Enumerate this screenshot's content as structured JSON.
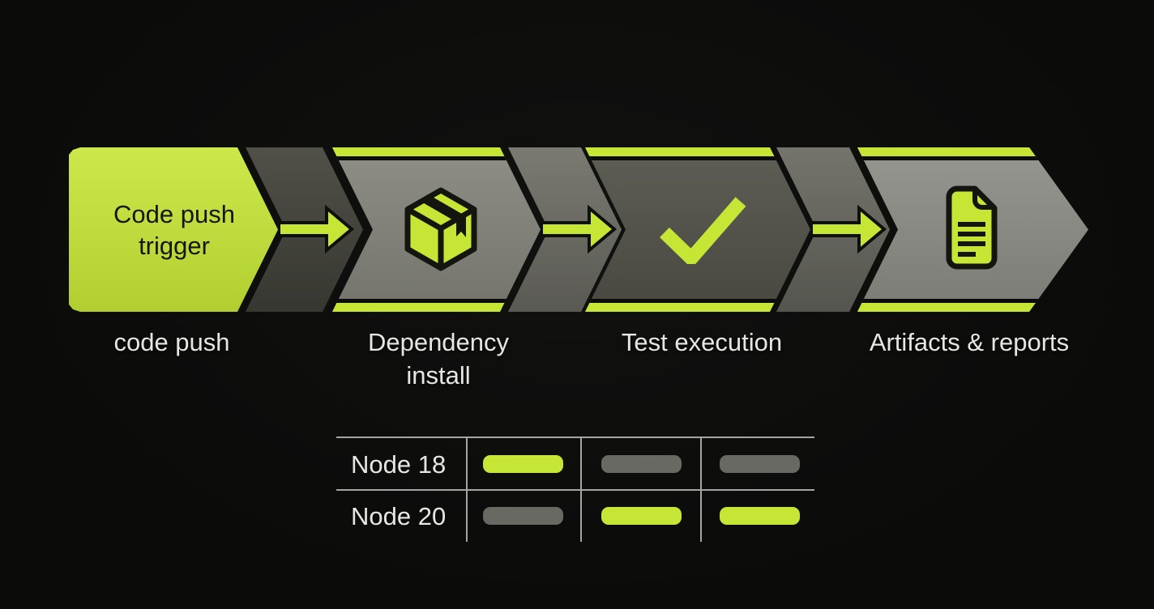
{
  "diagram": {
    "pipeline": {
      "start_box": {
        "text": "Code push trigger"
      },
      "stages": [
        {
          "label": "code push",
          "icon": "none"
        },
        {
          "label": "Dependency install",
          "icon": "package-icon"
        },
        {
          "label": "Test execution",
          "icon": "checkmark-icon"
        },
        {
          "label": "Artifacts & reports",
          "icon": "document-icon"
        }
      ]
    },
    "matrix": {
      "rows": [
        {
          "label": "Node 18",
          "cells": [
            "active",
            "inactive",
            "inactive"
          ]
        },
        {
          "label": "Node 20",
          "cells": [
            "inactive",
            "active",
            "active"
          ]
        }
      ]
    },
    "colors": {
      "bg": "#0c0c0b",
      "lime": "#c6e636",
      "ink": "#15150f",
      "chev2": "#87877f",
      "chev3": "#54544b",
      "chev4": "#90908a",
      "band1": "#47473f",
      "band2": "#73736b",
      "band3": "#6d6d65",
      "bar_inactive": "#696964",
      "line": "#a5a5a3",
      "label_text": "#e6e6e3"
    }
  }
}
